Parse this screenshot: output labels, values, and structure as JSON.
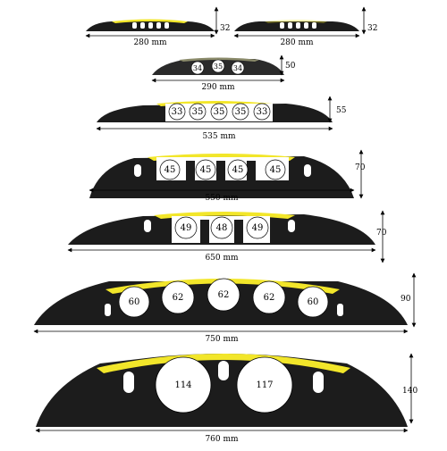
{
  "colors": {
    "rubber": "#1c1c1c",
    "cover": "#f2e62a",
    "channel": "#ffffff",
    "line": "#000000"
  },
  "profiles": [
    {
      "id": "p1",
      "length_label": "280 mm",
      "height_label": "32",
      "channels": [
        "",
        "",
        "",
        "",
        ""
      ]
    },
    {
      "id": "p2",
      "length_label": "280 mm",
      "height_label": "32",
      "channels": [
        "",
        "",
        "",
        "",
        ""
      ]
    },
    {
      "id": "p3",
      "length_label": "290 mm",
      "height_label": "50",
      "channels": [
        "34",
        "35",
        "34"
      ]
    },
    {
      "id": "p4",
      "length_label": "535 mm",
      "height_label": "55",
      "channels": [
        "33",
        "35",
        "35",
        "35",
        "33"
      ]
    },
    {
      "id": "p5",
      "length_label": "550 mm",
      "height_label": "70",
      "channels": [
        "45",
        "45",
        "45",
        "45"
      ]
    },
    {
      "id": "p6",
      "length_label": "650 mm",
      "height_label": "70",
      "channels": [
        "49",
        "48",
        "49"
      ]
    },
    {
      "id": "p7",
      "length_label": "750 mm",
      "height_label": "90",
      "channels": [
        "60",
        "62",
        "62",
        "62",
        "60"
      ]
    },
    {
      "id": "p8",
      "length_label": "760 mm",
      "height_label": "140",
      "channels": [
        "114",
        "117"
      ]
    }
  ]
}
